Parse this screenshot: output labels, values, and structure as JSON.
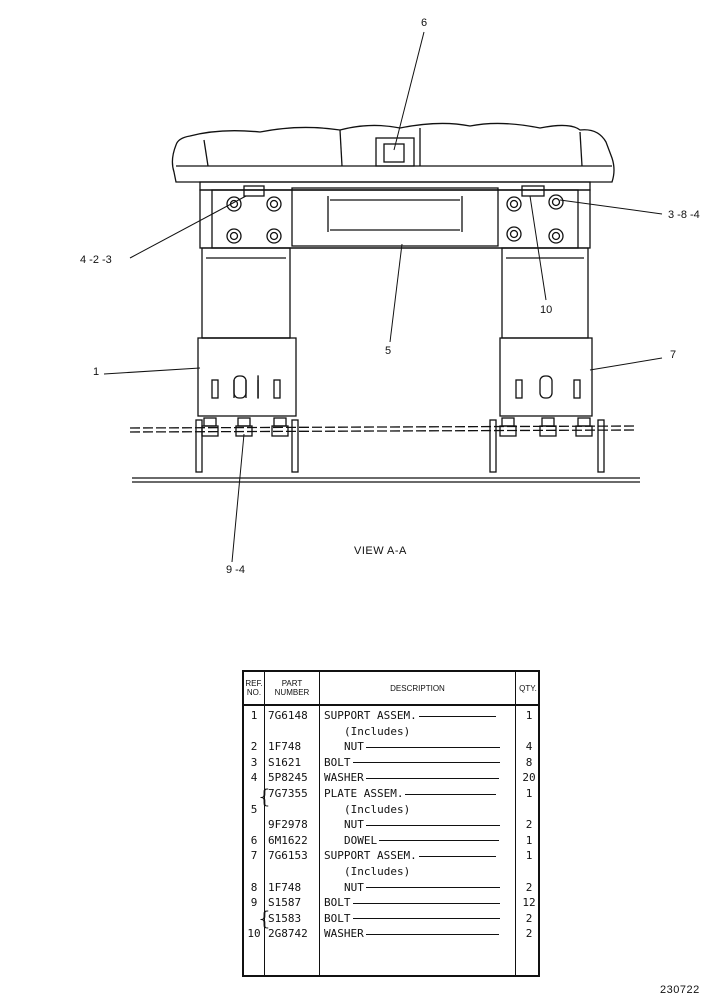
{
  "diagram": {
    "callouts": {
      "c6": "6",
      "c423": "4 -2 -3",
      "c384": "3 -8 -4",
      "c10": "10",
      "c5": "5",
      "c1": "1",
      "c7": "7",
      "c94": "9 -4"
    },
    "view_label": "VIEW A-A"
  },
  "parts_table": {
    "headers": {
      "ref": "REF. NO.",
      "part": "PART NUMBER",
      "desc": "DESCRIPTION",
      "qty": "QTY."
    },
    "rows": [
      {
        "ref": "1",
        "part": "7G6148",
        "desc": "SUPPORT ASSEM.",
        "qty": "1"
      },
      {
        "ref": "",
        "part": "",
        "desc": "(Includes)",
        "qty": ""
      },
      {
        "ref": "2",
        "part": "1F748",
        "desc": "NUT",
        "qty": "4"
      },
      {
        "ref": "3",
        "part": "S1621",
        "desc": "BOLT",
        "qty": "8"
      },
      {
        "ref": "4",
        "part": "5P8245",
        "desc": "WASHER",
        "qty": "20"
      },
      {
        "ref": "",
        "part": "7G7355",
        "desc": "PLATE ASSEM.",
        "qty": "1"
      },
      {
        "ref": "5",
        "part": "",
        "desc": "(Includes)",
        "qty": ""
      },
      {
        "ref": "",
        "part": "9F2978",
        "desc": "NUT",
        "qty": "2"
      },
      {
        "ref": "6",
        "part": "6M1622",
        "desc": "DOWEL",
        "qty": "1"
      },
      {
        "ref": "7",
        "part": "7G6153",
        "desc": "SUPPORT ASSEM.",
        "qty": "1"
      },
      {
        "ref": "",
        "part": "",
        "desc": "(Includes)",
        "qty": ""
      },
      {
        "ref": "8",
        "part": "1F748",
        "desc": "NUT",
        "qty": "2"
      },
      {
        "ref": "9",
        "part": "S1587",
        "desc": "BOLT",
        "qty": "12"
      },
      {
        "ref": "",
        "part": "S1583",
        "desc": "BOLT",
        "qty": "2"
      },
      {
        "ref": "10",
        "part": "2G8742",
        "desc": "WASHER",
        "qty": "2"
      }
    ]
  },
  "drawing_number": "230722"
}
